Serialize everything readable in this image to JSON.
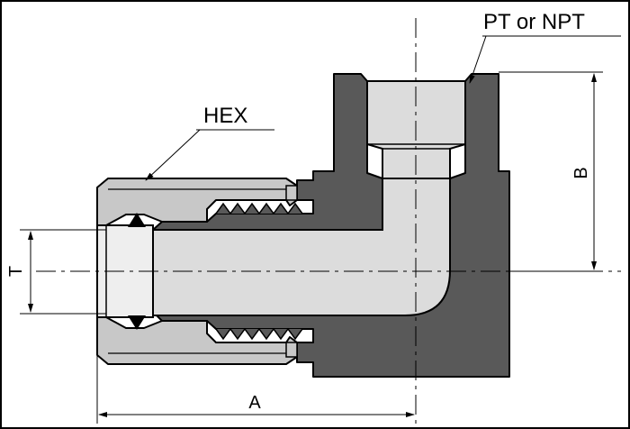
{
  "labels": {
    "thread": "PT or NPT",
    "hex": "HEX",
    "dim_a": "A",
    "dim_b": "B",
    "dim_t": "T"
  },
  "colors": {
    "body": "#595959",
    "nut": "#c8c8c8",
    "line": "#000000",
    "frame": "#000000",
    "background": "#ffffff"
  }
}
